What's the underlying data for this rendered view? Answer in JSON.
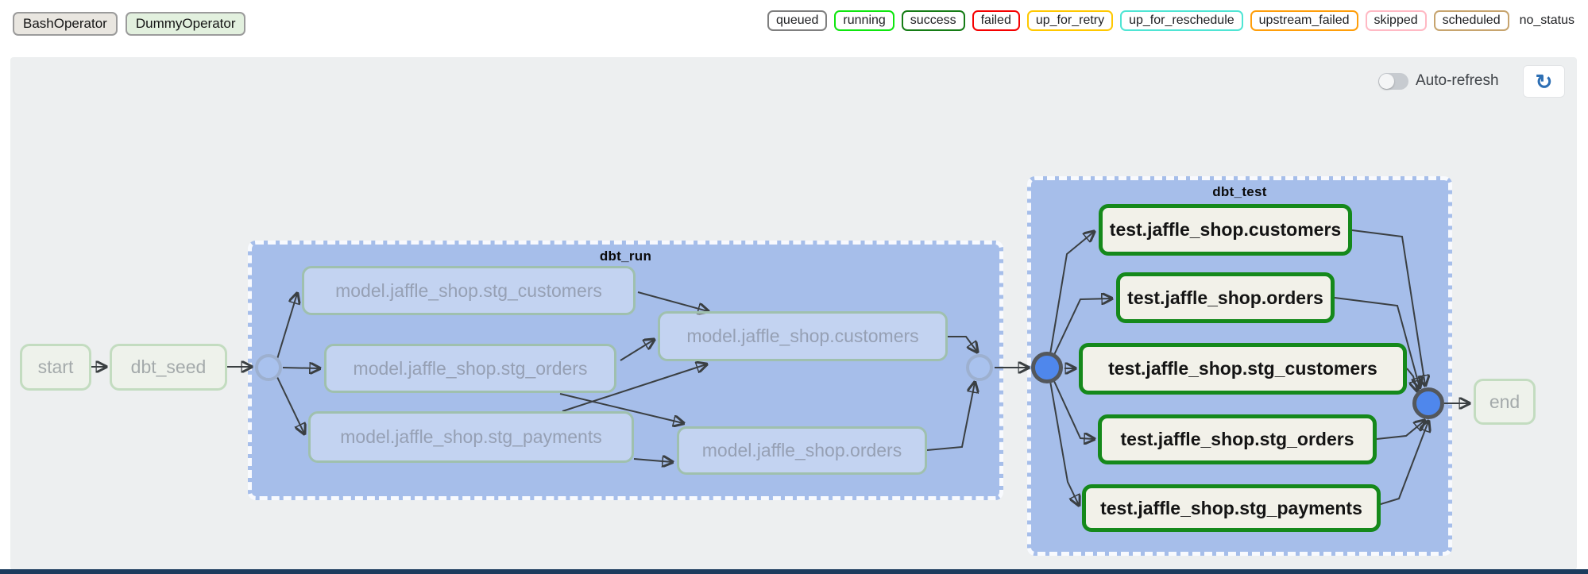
{
  "header": {
    "operators": [
      {
        "label": "BashOperator",
        "fill": "#e9e6e0",
        "border": "#9b9b9b"
      },
      {
        "label": "DummyOperator",
        "fill": "#e2f0de",
        "border": "#9b9b9b"
      }
    ],
    "statuses": [
      {
        "label": "queued",
        "border": "#7f7f7f"
      },
      {
        "label": "running",
        "border": "#0ee60e"
      },
      {
        "label": "success",
        "border": "#157c15"
      },
      {
        "label": "failed",
        "border": "#f50000"
      },
      {
        "label": "up_for_retry",
        "border": "#ffc800"
      },
      {
        "label": "up_for_reschedule",
        "border": "#4fe5d4"
      },
      {
        "label": "upstream_failed",
        "border": "#ff9e0a"
      },
      {
        "label": "skipped",
        "border": "#ffb9c4"
      },
      {
        "label": "scheduled",
        "border": "#c7a46e"
      },
      {
        "label": "no_status",
        "border": "transparent"
      }
    ]
  },
  "toolbar": {
    "auto_refresh_label": "Auto-refresh",
    "refresh_icon": "↻"
  },
  "graph": {
    "groups": [
      {
        "label": "dbt_run"
      },
      {
        "label": "dbt_test"
      }
    ],
    "nodes": [
      {
        "label": "start"
      },
      {
        "label": "dbt_seed"
      },
      {
        "label": "model.jaffle_shop.stg_customers"
      },
      {
        "label": "model.jaffle_shop.stg_orders"
      },
      {
        "label": "model.jaffle_shop.stg_payments"
      },
      {
        "label": "model.jaffle_shop.customers"
      },
      {
        "label": "model.jaffle_shop.orders"
      },
      {
        "label": "test.jaffle_shop.customers"
      },
      {
        "label": "test.jaffle_shop.orders"
      },
      {
        "label": "test.jaffle_shop.stg_customers"
      },
      {
        "label": "test.jaffle_shop.stg_orders"
      },
      {
        "label": "test.jaffle_shop.stg_payments"
      },
      {
        "label": "end"
      }
    ]
  },
  "colors": {
    "canvas": "#edeff0",
    "group_fill": "#a6beea",
    "edge": "#3a3f42",
    "test_border": "#15891b",
    "bottom_bar": "#1b3b5d"
  }
}
